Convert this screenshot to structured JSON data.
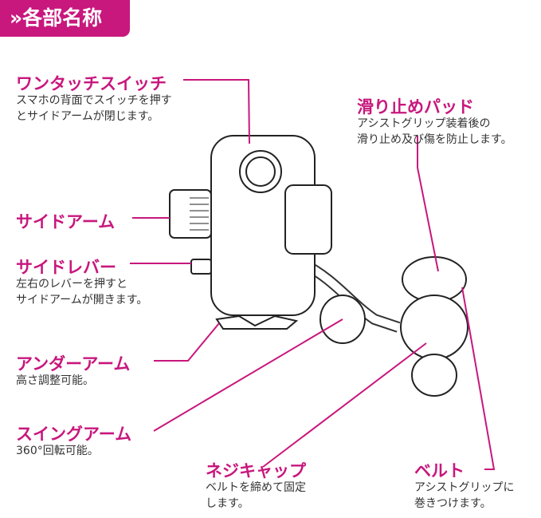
{
  "header": {
    "title": "»各部名称"
  },
  "accent": "#c8177d",
  "parts": [
    {
      "title": "ワンタッチスイッチ",
      "desc": [
        "スマホの背面でスイッチを押す",
        "とサイドアームが閉じます。"
      ]
    },
    {
      "title": "サイドアーム",
      "desc": []
    },
    {
      "title": "サイドレバー",
      "desc": [
        "左右のレバーを押すと",
        "サイドアームが開きます。"
      ]
    },
    {
      "title": "アンダーアーム",
      "desc": [
        "高さ調整可能。"
      ]
    },
    {
      "title": "スイングアーム",
      "desc": [
        "360°回転可能。"
      ]
    },
    {
      "title": "ネジキャップ",
      "desc": [
        "ベルトを締めて固定",
        "します。"
      ]
    },
    {
      "title": "滑り止めパッド",
      "desc": [
        "アシストグリップ装着後の",
        "滑り止め及び傷を防止します。"
      ]
    },
    {
      "title": "ベルト",
      "desc": [
        "アシストグリップに",
        "巻きつけます。"
      ]
    }
  ]
}
